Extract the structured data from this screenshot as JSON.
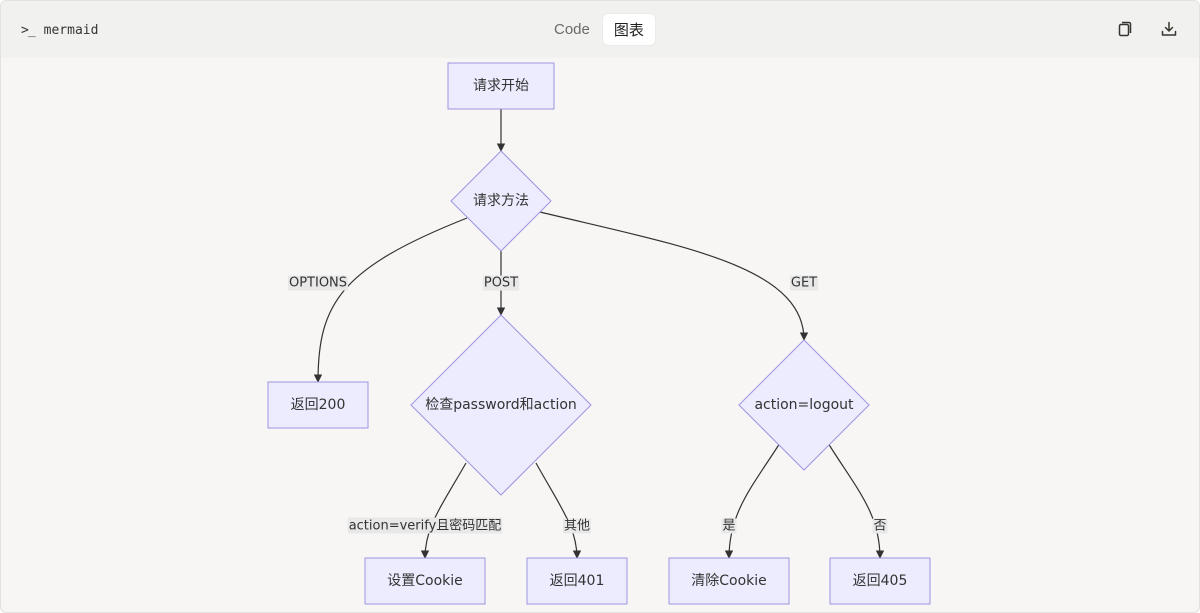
{
  "header": {
    "prompt_icon": "terminal-prompt-icon",
    "language": "mermaid",
    "tabs": [
      {
        "label": "Code",
        "active": false
      },
      {
        "label": "图表",
        "active": true
      }
    ],
    "copy_icon": "copy-icon",
    "download_icon": "download-icon"
  },
  "diagram": {
    "type": "flowchart",
    "node_fill": "#ececfe",
    "node_stroke": "#9e94e0",
    "edge_color": "#333333",
    "label_bg": "#e8e8e8",
    "nodes": [
      {
        "id": "start",
        "shape": "rect",
        "label": "请求开始"
      },
      {
        "id": "method",
        "shape": "diamond",
        "label": "请求方法"
      },
      {
        "id": "r200",
        "shape": "rect",
        "label": "返回200"
      },
      {
        "id": "check",
        "shape": "diamond",
        "label": "检查password和action"
      },
      {
        "id": "logout",
        "shape": "diamond",
        "label": "action=logout"
      },
      {
        "id": "setcookie",
        "shape": "rect",
        "label": "设置Cookie"
      },
      {
        "id": "r401",
        "shape": "rect",
        "label": "返回401"
      },
      {
        "id": "clearcookie",
        "shape": "rect",
        "label": "清除Cookie"
      },
      {
        "id": "r405",
        "shape": "rect",
        "label": "返回405"
      }
    ],
    "edges": [
      {
        "from": "start",
        "to": "method",
        "label": ""
      },
      {
        "from": "method",
        "to": "r200",
        "label": "OPTIONS"
      },
      {
        "from": "method",
        "to": "check",
        "label": "POST"
      },
      {
        "from": "method",
        "to": "logout",
        "label": "GET"
      },
      {
        "from": "check",
        "to": "setcookie",
        "label": "action=verify且密码匹配"
      },
      {
        "from": "check",
        "to": "r401",
        "label": "其他"
      },
      {
        "from": "logout",
        "to": "clearcookie",
        "label": "是"
      },
      {
        "from": "logout",
        "to": "r405",
        "label": "否"
      }
    ]
  }
}
